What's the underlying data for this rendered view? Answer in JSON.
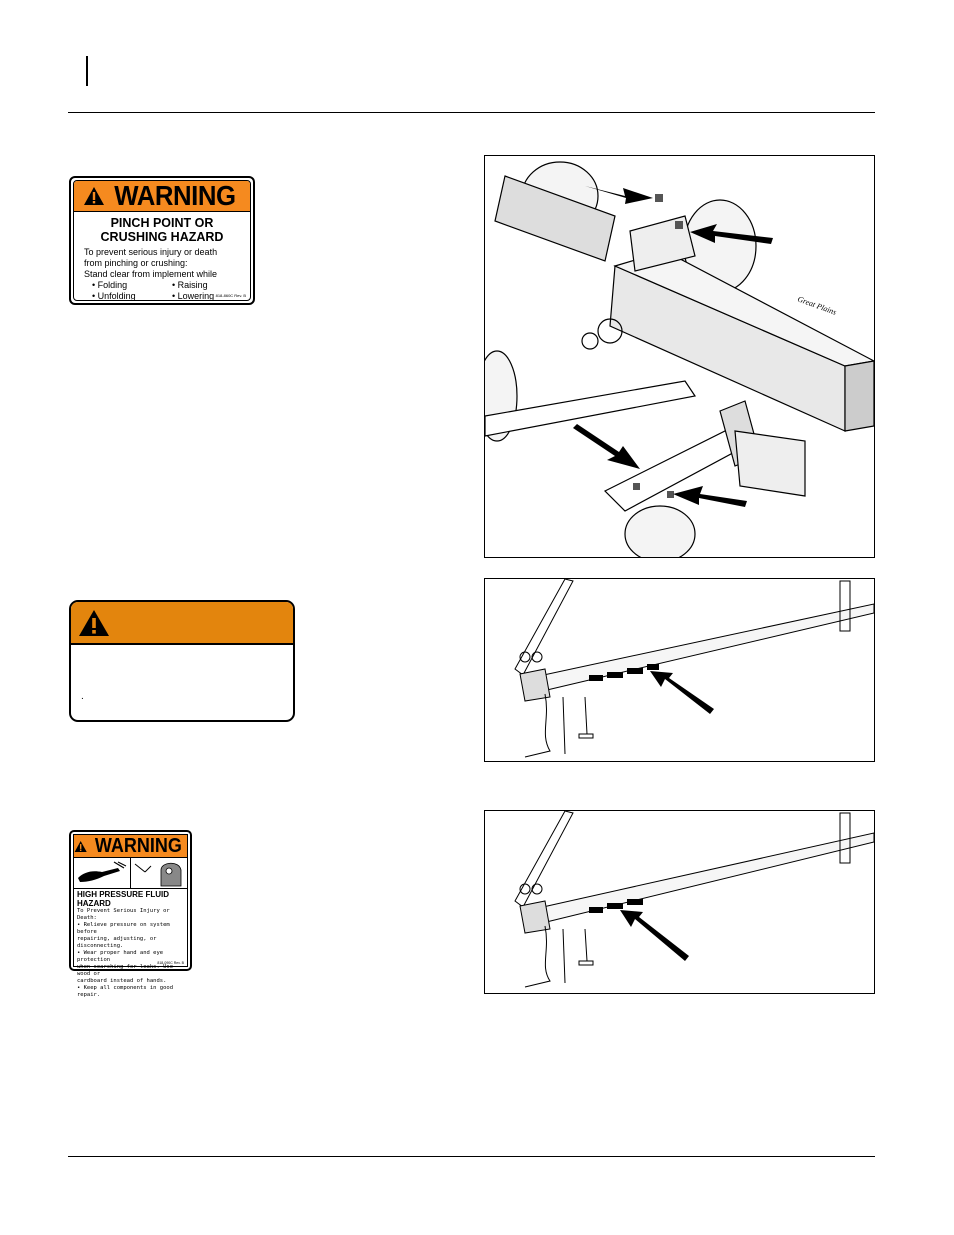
{
  "decals": {
    "pinch": {
      "signal_word": "WARNING",
      "title_line1": "PINCH POINT OR",
      "title_line2": "CRUSHING HAZARD",
      "body_line1": "To prevent serious injury or death",
      "body_line2": "from pinching or crushing:",
      "body_line3": "Stand clear from implement while",
      "items": [
        "• Folding",
        "• Raising",
        "• Unfolding",
        "• Lowering"
      ],
      "code": "818-860C Rev. B"
    },
    "hydraulic": {
      "signal_word": "WARNING",
      "title": "HIGH PRESSURE FLUID HAZARD",
      "lines": [
        "To Prevent Serious Injury or Death:",
        "• Relieve pressure on system before",
        "  repairing, adjusting, or disconnecting.",
        "• Wear proper hand and eye protection",
        "  when searching for leaks. Use wood or",
        "  cardboard instead of hands.",
        "• Keep all components in good repair."
      ],
      "code": "818-090C Rev. B"
    }
  },
  "warning_panel": {
    "bullet": "."
  },
  "figures": {
    "machine_logo": "Great Plains",
    "colors": {
      "orange": "#f58a1f",
      "panel_orange": "#e3850d"
    }
  }
}
